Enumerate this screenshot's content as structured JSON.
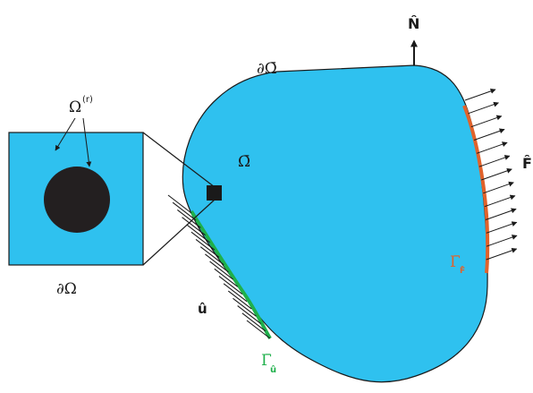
{
  "colors": {
    "domain_fill": "#2fc1ef",
    "inclusion_fill": "#231f20",
    "outline": "#1a1a1a",
    "traction_boundary": "#e0622b",
    "displacement_boundary": "#1fb04b",
    "hatch": "#1a1a1a"
  },
  "labels": {
    "boundary_macro": "∂Ω̄",
    "domain_macro": "Ω̄",
    "normal": "N̂",
    "traction": "F̂",
    "traction_boundary": "Γ̄",
    "traction_boundary_sub": "F̂",
    "displacement": "û",
    "displacement_boundary": "Γ̄",
    "displacement_boundary_sub": "û",
    "boundary_micro": "∂Ω",
    "inclusion": "Ω",
    "inclusion_sup": "(r)"
  },
  "icons": {
    "normal_arrow": "up-arrow-icon",
    "traction_arrows": "right-arrow-icon",
    "fixed_support": "hatch-support-icon"
  }
}
